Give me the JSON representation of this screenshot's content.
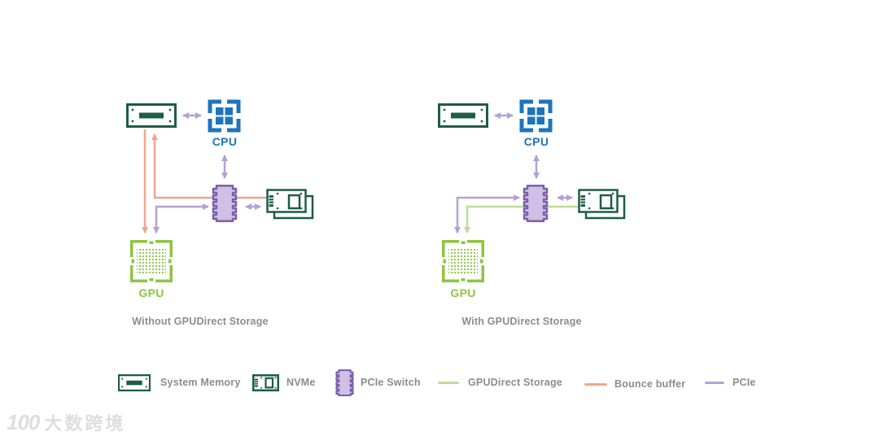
{
  "diagrams": {
    "left": {
      "cpu_label": "CPU",
      "gpu_label": "GPU",
      "caption": "Without GPUDirect Storage"
    },
    "right": {
      "cpu_label": "CPU",
      "gpu_label": "GPU",
      "caption": "With GPUDirect Storage"
    }
  },
  "legend": {
    "items": [
      {
        "label": "System Memory",
        "icon": "system-memory-icon"
      },
      {
        "label": "NVMe",
        "icon": "nvme-icon"
      },
      {
        "label": "PCIe Switch",
        "icon": "pcie-switch-icon"
      },
      {
        "label": "GPUDirect Storage",
        "icon": "gds-line"
      },
      {
        "label": "Bounce buffer",
        "icon": "bounce-buffer-line"
      },
      {
        "label": "PCIe",
        "icon": "pcie-line"
      }
    ]
  },
  "watermark": {
    "logo_text": "100",
    "brand_text": "大数跨境"
  },
  "colors": {
    "cpu_blue": "#1C75BC",
    "gpu_green": "#8CC63E",
    "storage_dark_green": "#1D5C45",
    "pcie_purple": "#B3A0D6",
    "switch_fill": "#CEC0E6",
    "switch_border": "#7C5FA8",
    "bounce_salmon": "#F5A38F",
    "gds_light_green": "#BCDC96",
    "label_gray": "#8C8C8C"
  }
}
